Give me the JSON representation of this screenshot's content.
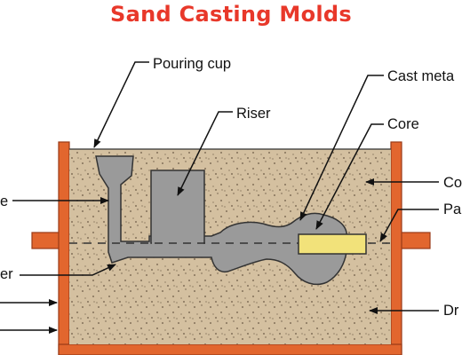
{
  "title": "Sand Casting Molds",
  "labels": {
    "pouring_cup": "Pouring cup",
    "riser": "Riser",
    "cast_metal": "Cast meta",
    "core": "Core",
    "cope": "Co",
    "parting_line": "Pa",
    "drag": "Dr",
    "sprue": "e",
    "runner": "er"
  },
  "colors": {
    "title": "#e8382a",
    "flask": "#e2662e",
    "flask_stroke": "#9a3a17",
    "sand": "#d4c0a0",
    "sand_dots": "#6b5a45",
    "metal": "#9a9a9a",
    "metal_stroke": "#333333",
    "core": "#f2e27a",
    "pin": "#e2662e"
  }
}
